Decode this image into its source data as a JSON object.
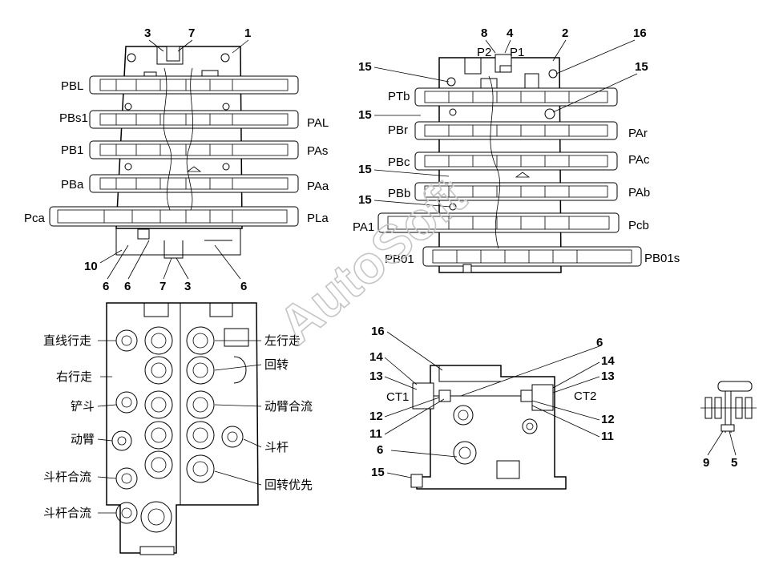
{
  "watermark": "AutoSoft",
  "view_a": {
    "numbers": {
      "top_left": "3",
      "top_mid": "7",
      "top_right": "1",
      "bottom_left": "10",
      "bottom_6a": "6",
      "bottom_6b": "6",
      "bottom_7": "7",
      "bottom_3": "3",
      "bottom_6c": "6"
    },
    "ports_left": [
      "PBL",
      "PBs1",
      "PB1",
      "PBa",
      "Pca"
    ],
    "ports_right": [
      "PAL",
      "PAs",
      "PAa",
      "PLa"
    ]
  },
  "view_b": {
    "numbers": {
      "n8": "8",
      "n4": "4",
      "n2": "2",
      "n16": "16",
      "r15": "15",
      "l15a": "15",
      "l15b": "15",
      "l15c": "15",
      "l15d": "15"
    },
    "top_ports": [
      "P2",
      "P1"
    ],
    "ports_left": [
      "PTb",
      "PBr",
      "PBc",
      "PBb",
      "PA1",
      "PB01"
    ],
    "ports_right": [
      "PAr",
      "PAc",
      "PAb",
      "Pcb",
      "PB01s"
    ]
  },
  "view_c": {
    "labels_left": [
      "直线行走",
      "右行走",
      "铲斗",
      "动臂",
      "斗杆合流",
      "斗杆合流"
    ],
    "labels_right": [
      "左行走",
      "回转",
      "动臂合流",
      "斗杆",
      "回转优先"
    ]
  },
  "view_d": {
    "numbers": {
      "n16": "16",
      "l14": "14",
      "l13": "13",
      "l12": "12",
      "l11": "11",
      "l6": "6",
      "l15": "15",
      "r6": "6",
      "r14": "14",
      "r13": "13",
      "r12": "12",
      "r11": "11"
    },
    "ct_left": "CT1",
    "ct_right": "CT2"
  },
  "detail": {
    "n9": "9",
    "n5": "5"
  }
}
